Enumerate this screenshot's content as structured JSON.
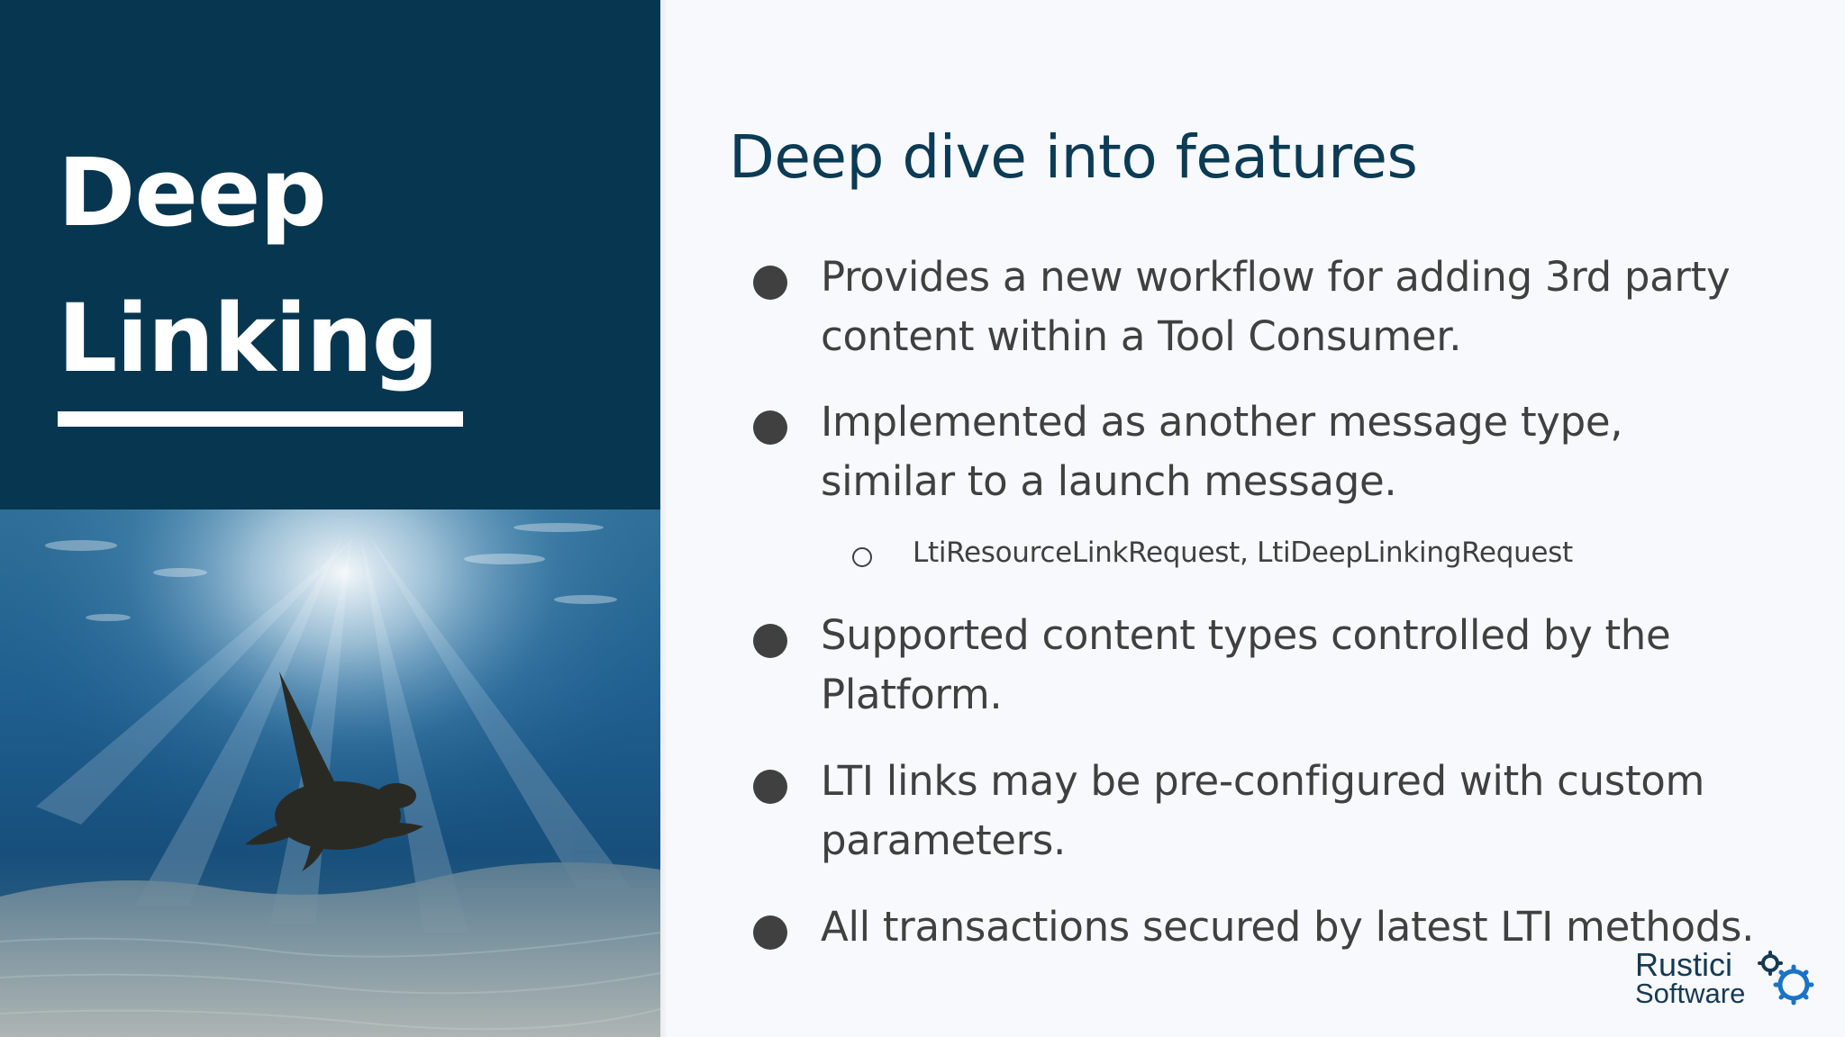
{
  "title": {
    "line1": "Deep",
    "line2": "Linking"
  },
  "heading": "Deep dive into features",
  "bullets": [
    {
      "lines": [
        "Provides a new workflow for adding 3rd party",
        "content within a Tool Consumer."
      ]
    },
    {
      "lines": [
        "Implemented as another message type,",
        "similar to a launch message."
      ]
    },
    {
      "lines": [
        "Supported content types controlled by the",
        "Platform."
      ]
    },
    {
      "lines": [
        "LTI links may be pre-configured with custom",
        "parameters."
      ]
    },
    {
      "lines": [
        "All transactions secured by latest LTI methods."
      ]
    }
  ],
  "sub_bullet": "LtiResourceLinkRequest, LtiDeepLinkingRequest",
  "logo": {
    "word1": "Rustici",
    "word2": "Software"
  },
  "image": {
    "subject": "sea turtle swimming underwater"
  },
  "colors": {
    "panel": "#063650",
    "heading": "#0b3b55",
    "text": "#404040",
    "background": "#f7f9fc",
    "logo_accent": "#1a73c7"
  }
}
